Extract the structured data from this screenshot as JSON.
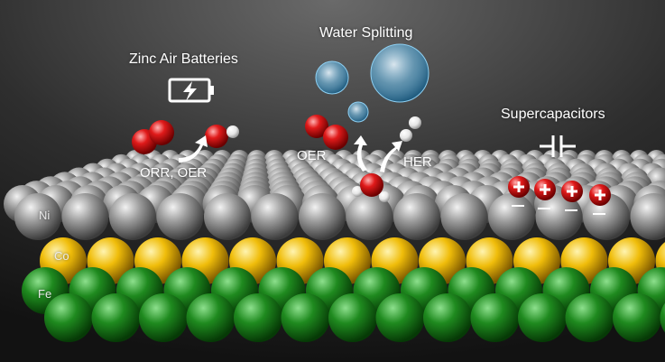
{
  "applications": {
    "zinc_air": "Zinc Air Batteries",
    "water_splitting": "Water Splitting",
    "supercapacitors": "Supercapacitors"
  },
  "reactions": {
    "orr_oer": "ORR, OER",
    "oer": "OER",
    "her": "HER"
  },
  "layers": {
    "top": "Ni",
    "middle": "Co",
    "bottom": "Fe"
  },
  "icons": [
    "battery-charging-icon",
    "capacitor-icon",
    "bubbles-icon",
    "positive-charge-icon"
  ],
  "colors": {
    "background_dark": "#151515",
    "background_light": "#5a5a5a",
    "ni": "#8c8c8c",
    "co": "#e8b400",
    "fe": "#1f8a1f",
    "oxygen": "#d81111",
    "hydrogen": "#ffffff",
    "bubble": "#4aa3d6"
  }
}
